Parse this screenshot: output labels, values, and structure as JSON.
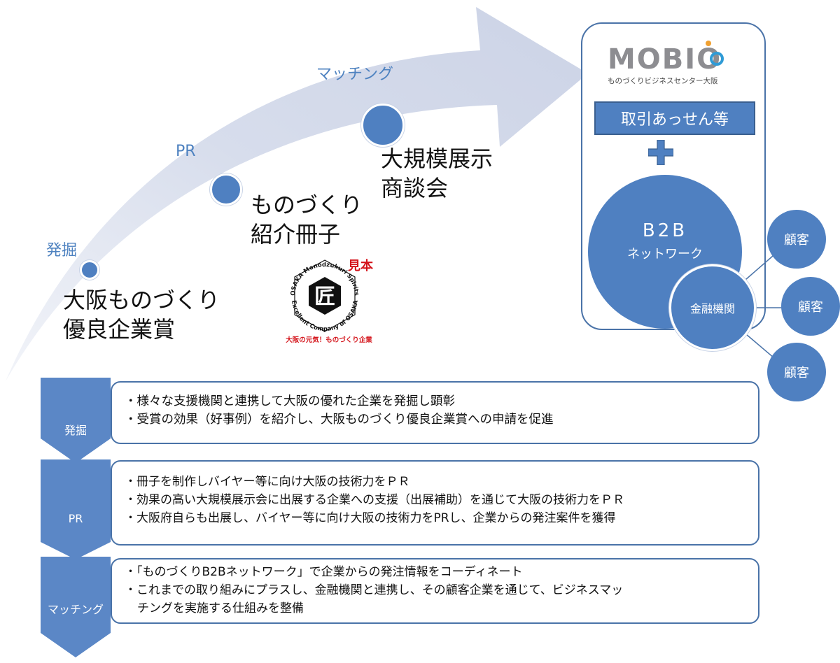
{
  "arrow": {
    "stages": [
      "発掘",
      "PR",
      "マッチング"
    ],
    "award_line1": "大阪ものづくり",
    "award_line2": "優良企業賞",
    "booklet_line1": "ものづくり",
    "booklet_line2": "紹介冊子",
    "expo_line1": "大規模展示",
    "expo_line2": "商談会"
  },
  "emblem": {
    "ring_top": "OSAKA Monodzukuri Spirits",
    "ring_bottom": "Excellent Company of OSAKA",
    "center_char": "匠",
    "mihon": "見本",
    "caption": "大阪の元気！ものづくり企業"
  },
  "mobio": {
    "logo_text": "MOBIO",
    "logo_sub": "ものづくりビジネスセンター大阪",
    "mediation": "取引あっせん等",
    "b2b_line1": "B2B",
    "b2b_line2": "ネットワーク",
    "finance": "金融機関",
    "customers": [
      "顧客",
      "顧客",
      "顧客"
    ]
  },
  "rows": [
    {
      "label": "発掘",
      "lines": [
        "・様々な支援機関と連携して大阪の優れた企業を発掘し顕彰",
        "・受賞の効果（好事例）を紹介し、大阪ものづくり優良企業賞への申請を促進"
      ]
    },
    {
      "label": "PR",
      "lines": [
        "・冊子を制作しバイヤー等に向け大阪の技術力をＰＲ",
        "・効果の高い大規模展示会に出展する企業への支援（出展補助）を通じて大阪の技術力をＰＲ",
        "・大阪府自らも出展し、バイヤー等に向け大阪の技術力をPRし、企業からの発注案件を獲得"
      ]
    },
    {
      "label": "マッチング",
      "lines": [
        "・「ものづくりB2Bネットワーク」で企業からの発注情報をコーディネート",
        "・これまでの取り組みにプラスし、金融機関と連携し、その顧客企業を通じて、ビジネスマッ",
        "チングを実施する仕組みを整備"
      ]
    }
  ],
  "colors": {
    "arrow": "#d5dbeb",
    "accent": "#4f80c1",
    "border": "#4a73a8",
    "chevron": "#5b87c6",
    "emblem_red": "#d4141b"
  }
}
